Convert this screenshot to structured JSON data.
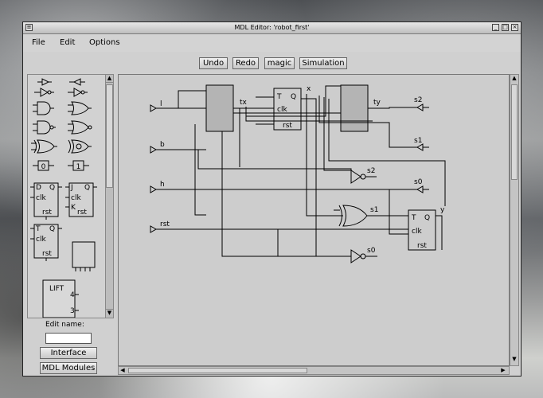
{
  "window": {
    "title": "MDL Editor: 'robot_first'"
  },
  "menu": {
    "file": "File",
    "edit": "Edit",
    "options": "Options"
  },
  "toolbar": {
    "undo": "Undo",
    "redo": "Redo",
    "magic": "magic",
    "simulation": "Simulation"
  },
  "palette": {
    "const0": "0",
    "const1": "1",
    "dff": {
      "d": "D",
      "q": "Q",
      "clk": "clk",
      "rst": "rst"
    },
    "jkff": {
      "j": "J",
      "q": "Q",
      "clk": "clk",
      "k": "K",
      "rst": "rst"
    },
    "tff": {
      "t": "T",
      "q": "Q",
      "clk": "clk",
      "rst": "rst"
    },
    "lift": {
      "label": "LIFT",
      "pin4": "4",
      "pin3": "3"
    }
  },
  "sidebar": {
    "edit_name_label": "Edit name:",
    "edit_name_value": "",
    "interface_button": "Interface",
    "mdl_modules_button": "MDL Modules"
  },
  "circuit": {
    "inputs": [
      "l",
      "b",
      "h",
      "rst"
    ],
    "outputs": [
      "s2",
      "s1",
      "s0"
    ],
    "nets": [
      "tx",
      "ty",
      "x",
      "s2",
      "s1",
      "s0",
      "y"
    ],
    "tff_top": {
      "t": "T",
      "q": "Q",
      "clk": "clk",
      "rst": "rst"
    },
    "tff_bottom": {
      "t": "T",
      "q": "Q",
      "clk": "clk",
      "rst": "rst"
    }
  }
}
